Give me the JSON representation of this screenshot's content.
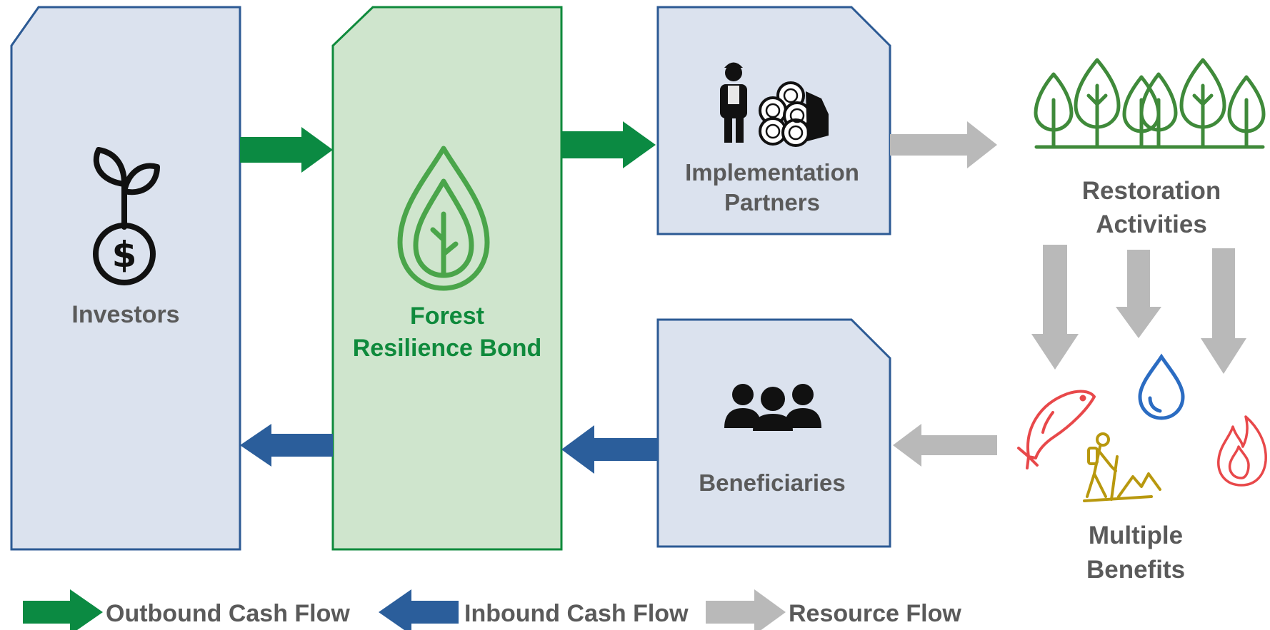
{
  "nodes": {
    "investors": {
      "label": "Investors"
    },
    "bond": {
      "label_line1": "Forest",
      "label_line2": "Resilience Bond"
    },
    "partners": {
      "label_line1": "Implementation",
      "label_line2": "Partners"
    },
    "beneficiaries": {
      "label": "Beneficiaries"
    },
    "restoration": {
      "label_line1": "Restoration",
      "label_line2": "Activities"
    },
    "benefits": {
      "label_line1": "Multiple",
      "label_line2": "Benefits"
    }
  },
  "legend": {
    "outbound": "Outbound Cash Flow",
    "inbound": "Inbound Cash Flow",
    "resource": "Resource Flow"
  },
  "icons": {
    "investors": "seedling-dollar-icon",
    "bond": "leaf-drop-icon",
    "partners": "worker-logs-icon",
    "beneficiaries": "people-group-icon",
    "restoration": "trees-icon",
    "benefits": [
      "fish-icon",
      "water-drop-icon",
      "hiker-icon",
      "fire-icon"
    ]
  },
  "colors": {
    "box_fill": "#dbe2ee",
    "box_stroke": "#2c5a94",
    "bond_fill": "#cfe5cd",
    "bond_stroke": "#0f8a3c",
    "outbound": "#0b8a42",
    "inbound": "#2b5e9b",
    "resource": "#b9b9b9",
    "label_gray": "#5a5a5a",
    "bond_label": "#0f8a3c",
    "tree_green": "#3f8a3a"
  }
}
